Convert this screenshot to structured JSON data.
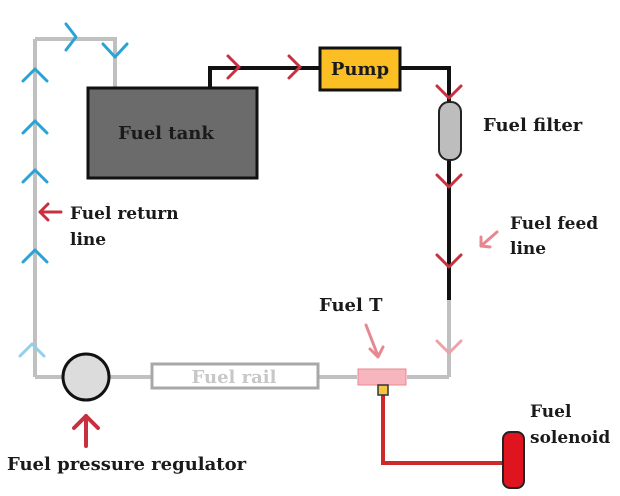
{
  "components": {
    "fuel_tank": "Fuel tank",
    "pump": "Pump",
    "fuel_filter": "Fuel filter",
    "fuel_rail": "Fuel rail",
    "fuel_t": "Fuel T",
    "regulator": "Fuel pressure regulator"
  },
  "lines": {
    "return_line": [
      "Fuel return",
      "line"
    ],
    "feed_line": [
      "Fuel feed",
      "line"
    ],
    "solenoid": [
      "Fuel",
      "solenoid"
    ]
  },
  "colors": {
    "return_line": "#c0c0c0",
    "feed_line": "#111111",
    "return_arrows": "#29a3d6",
    "feed_arrows": "#c8303f",
    "pump_fill": "#fbbf24",
    "tank_fill": "#6b6b6b",
    "fuel_t_fill": "#f7b6bd",
    "solenoid_fill": "#e0141e",
    "solenoid_line": "#cc2a2a"
  }
}
